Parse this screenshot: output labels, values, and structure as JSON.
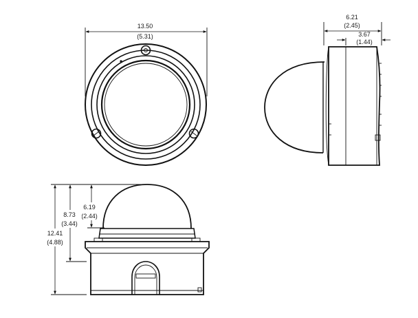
{
  "drawing": {
    "line_color": "#111111",
    "background": "#ffffff",
    "top_view": {
      "width_mm": "13.50",
      "width_in": "(5.31)"
    },
    "side_view": {
      "total_depth_mm": "6.21",
      "total_depth_in": "(2.45)",
      "base_depth_mm": "3.67",
      "base_depth_in": "(1.44)"
    },
    "front_view": {
      "dome_height_mm": "6.19",
      "dome_height_in": "(2.44)",
      "mid_height_mm": "8.73",
      "mid_height_in": "(3.44)",
      "total_height_mm": "12.41",
      "total_height_in": "(4.88)"
    }
  }
}
